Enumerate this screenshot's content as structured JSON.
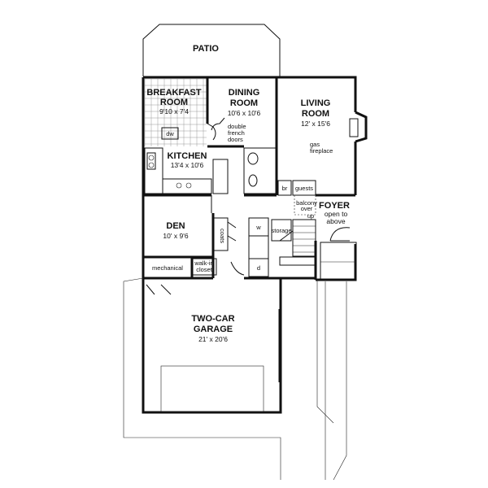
{
  "rooms": {
    "patio": {
      "name": "PATIO"
    },
    "breakfast": {
      "name_line1": "BREAKFAST",
      "name_line2": "ROOM",
      "dims": "9'10 x 7'4"
    },
    "dining": {
      "name_line1": "DINING",
      "name_line2": "ROOM",
      "dims": "10'6 x 10'6"
    },
    "living": {
      "name_line1": "LIVING",
      "name_line2": "ROOM",
      "dims": "12' x 15'6"
    },
    "kitchen": {
      "name": "KITCHEN",
      "dims": "13'4 x 10'6"
    },
    "den": {
      "name": "DEN",
      "dims": "10' x 9'6"
    },
    "foyer": {
      "name": "FOYER",
      "note_line1": "open to",
      "note_line2": "above"
    },
    "garage": {
      "name_line1": "TWO-CAR",
      "name_line2": "GARAGE",
      "dims": "21' x 20'6"
    }
  },
  "labels": {
    "dw": "dw",
    "double_french_line1": "double",
    "double_french_line2": "french",
    "double_french_line3": "doors",
    "gas_fireplace_line1": "gas",
    "gas_fireplace_line2": "fireplace",
    "br": "br",
    "guests": "guests",
    "balcony_line1": "balcony",
    "balcony_line2": "over",
    "up": "up",
    "storage": "storage",
    "coats": "coats",
    "w": "w",
    "d": "d",
    "mechanical": "mechanical",
    "walk_in_line1": "walk-in",
    "walk_in_line2": "closet"
  }
}
